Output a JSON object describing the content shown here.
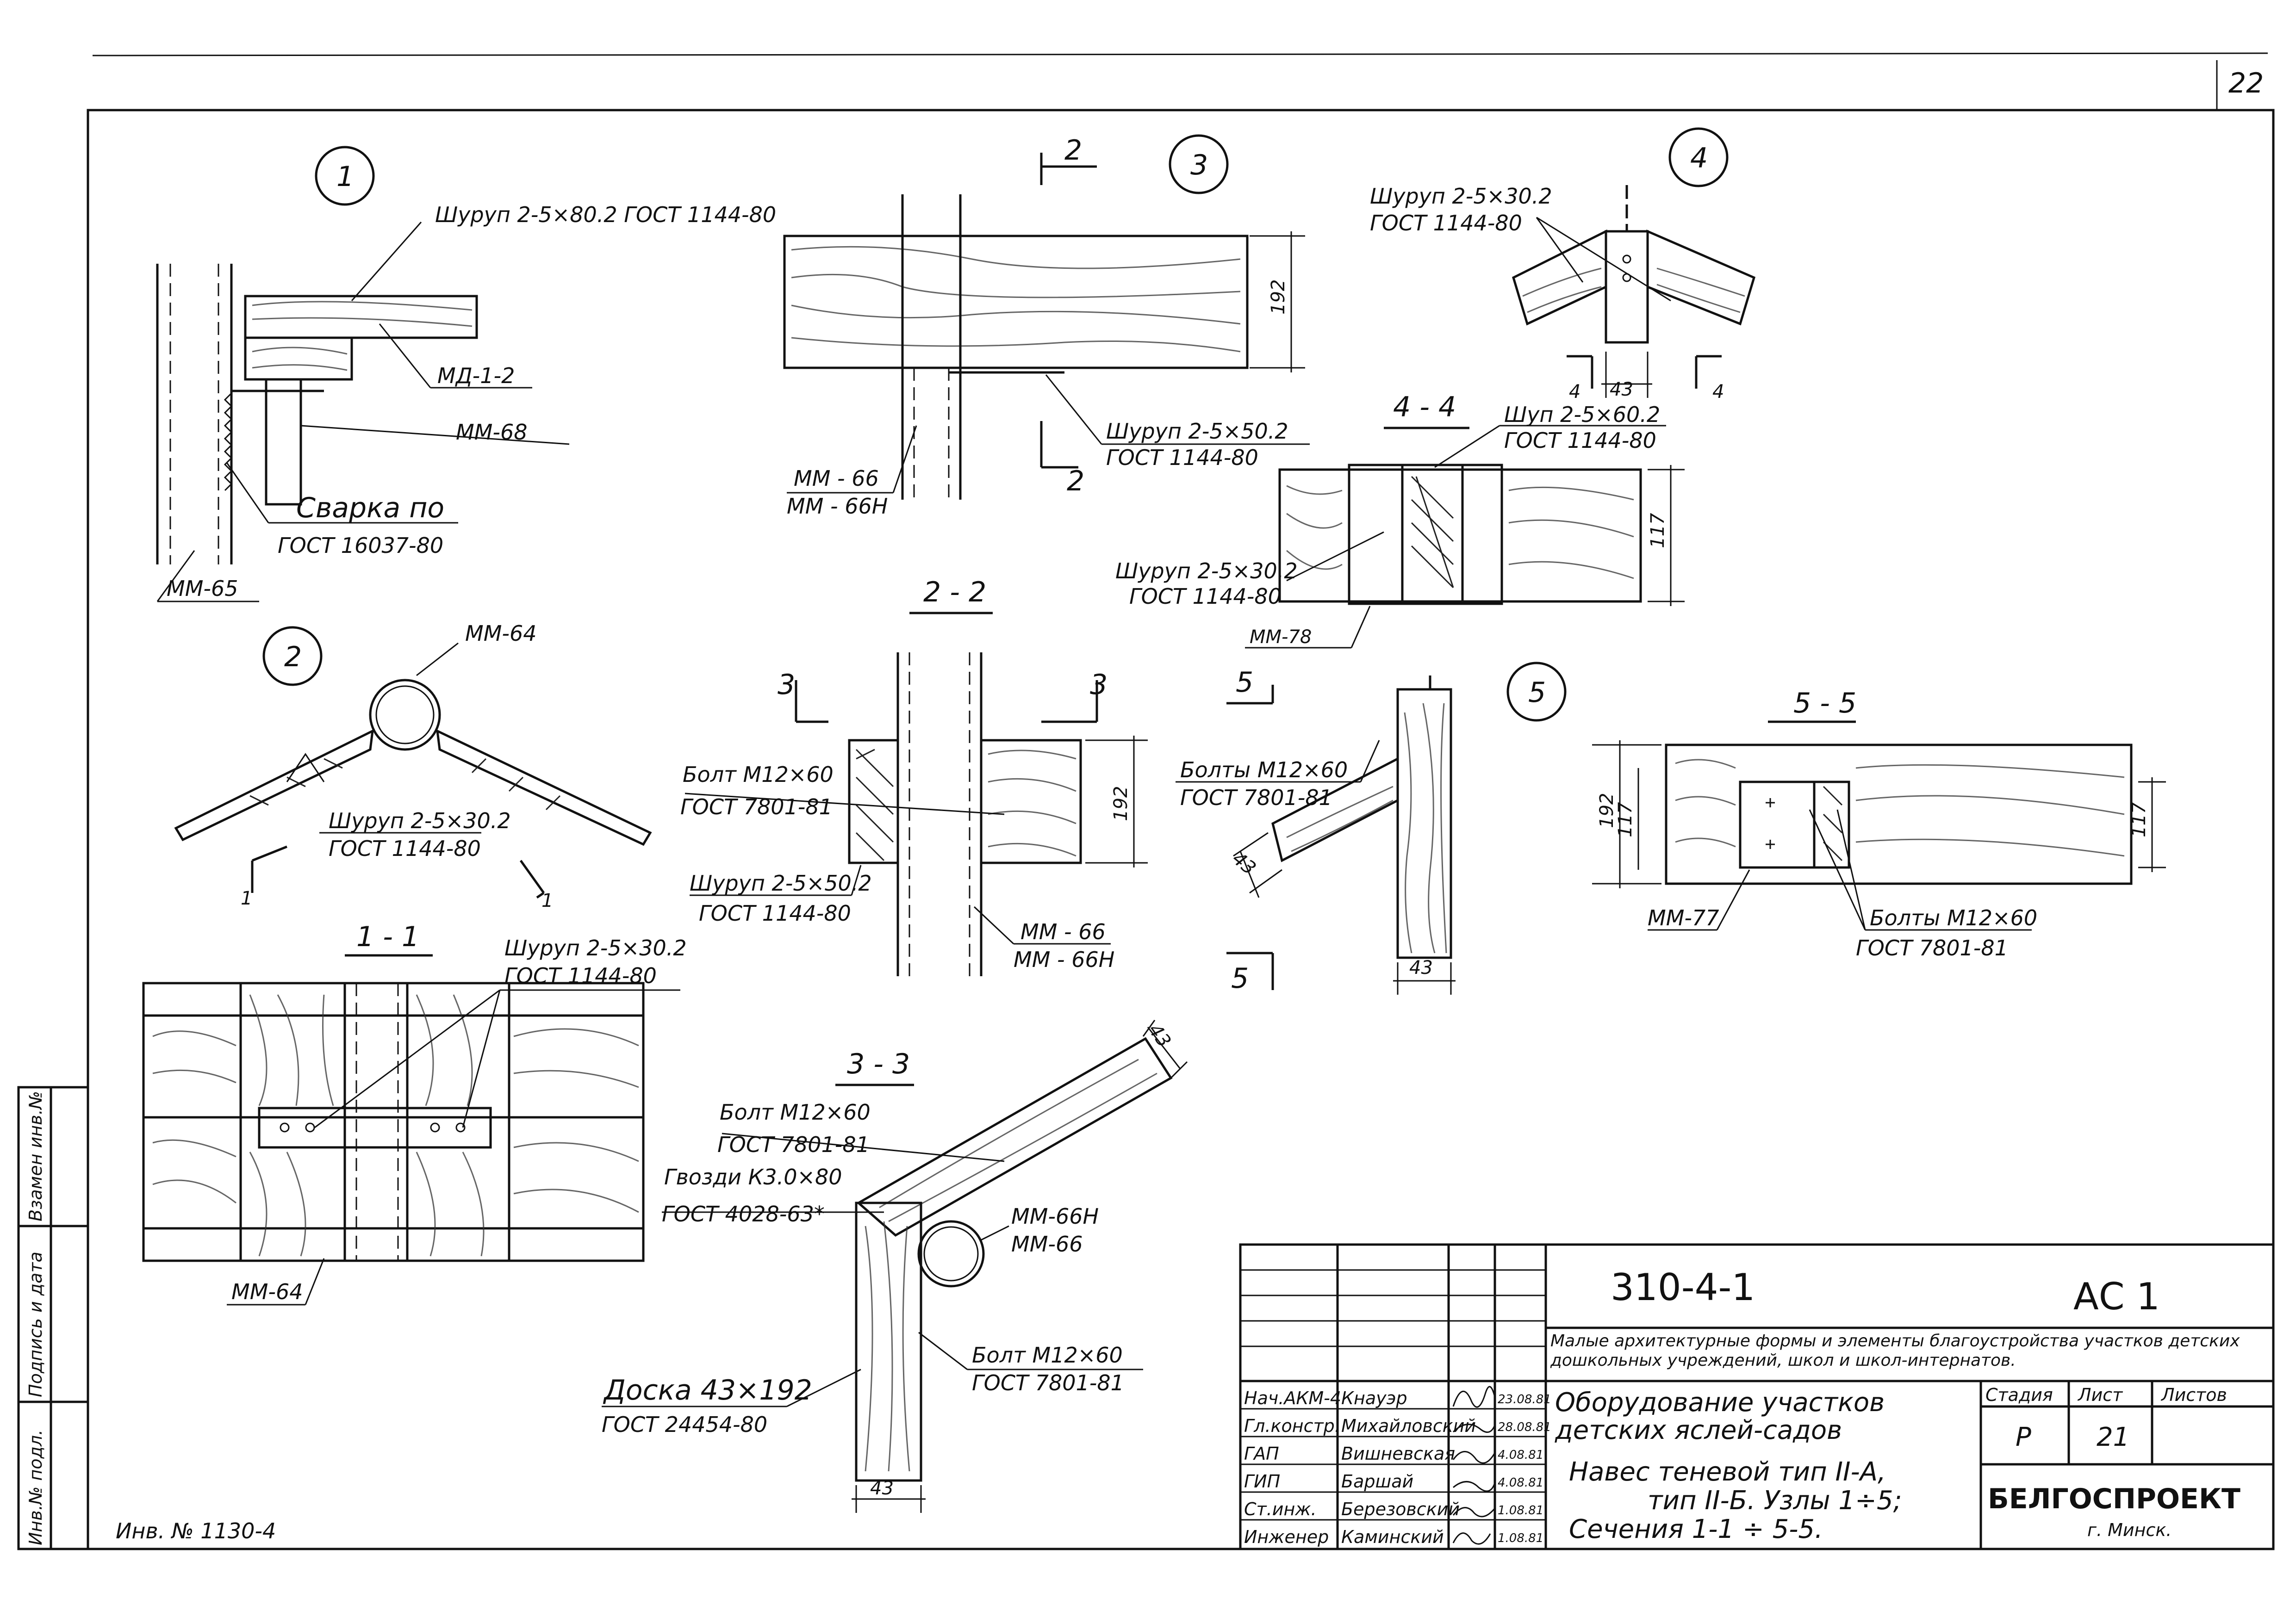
{
  "sheet": {
    "page_number": "22",
    "inventory_number": "Инв. № 1130-4",
    "side_stamp": [
      "Инв.№ подл.",
      "Подпись и дата",
      "Взамен инв.№"
    ]
  },
  "node_markers": [
    "1",
    "2",
    "3",
    "4",
    "5"
  ],
  "section_titles": {
    "s11": "1 - 1",
    "s22": "2 - 2",
    "s33": "3 - 3",
    "s44": "4 - 4",
    "s55": "5 - 5"
  },
  "cut_marks": {
    "c1": "1",
    "c2": "2",
    "c3": "3",
    "c4": "4",
    "c5": "5"
  },
  "dimensions": {
    "d192": "192",
    "d117": "117",
    "d43": "43"
  },
  "callouts": {
    "n1_screw_a": "Шуруп 2-5×80.2 ГОСТ 1144-80",
    "n1_md": "МД-1-2",
    "n1_mm68": "ММ-68",
    "n1_weld_a": "Сварка по",
    "n1_weld_b": "ГОСТ 16037-80",
    "n1_mm65": "ММ-65",
    "n3_screw_a": "Шуруп 2-5×50.2",
    "n3_screw_b": "ГОСТ 1144-80",
    "n3_mm66": "ММ - 66",
    "n3_mm66n": "ММ - 66Н",
    "n4_screw_a": "Шуруп 2-5×30.2",
    "n4_screw_b": "ГОСТ 1144-80",
    "s44_screw_a": "Шуп 2-5×60.2",
    "s44_screw_b": "ГОСТ 1144-80",
    "s44_screw2_a": "Шуруп 2-5×30.2",
    "s44_screw2_b": "ГОСТ 1144-80",
    "s44_mm": "ММ-78",
    "n2_mm64": "ММ-64",
    "n2_screw_a": "Шуруп 2-5×30.2",
    "n2_screw_b": "ГОСТ 1144-80",
    "s22_bolt_a": "Болт М12×60",
    "s22_bolt_b": "ГОСТ 7801-81",
    "s22_screw_a": "Шуруп 2-5×50.2",
    "s22_screw_b": "ГОСТ 1144-80",
    "s22_mm66": "ММ - 66",
    "s22_mm66n": "ММ - 66Н",
    "n5_bolts_a": "Болты М12×60",
    "n5_bolts_b": "ГОСТ 7801-81",
    "s55_mm77": "ММ-77",
    "s55_bolts_a": "Болты М12×60",
    "s55_bolts_b": "ГОСТ 7801-81",
    "s11_screw_a": "Шуруп 2-5×30.2",
    "s11_screw_b": "ГОСТ 1144-80",
    "s11_mm64": "ММ-64",
    "s33_bolt_a": "Болт М12×60",
    "s33_bolt_b": "ГОСТ 7801-81",
    "s33_nails_a": "Гвозди К3.0×80",
    "s33_nails_b": "ГОСТ 4028-63*",
    "s33_mm66n": "ММ-66Н",
    "s33_mm66": "ММ-66",
    "s33_bolt2_a": "Болт М12×60",
    "s33_bolt2_b": "ГОСТ 7801-81",
    "s33_board_a": "Доска 43×192",
    "s33_board_b": "ГОСТ 24454-80"
  },
  "title_block": {
    "code": "310-4-1",
    "mark": "АС 1",
    "description": "Малые архитектурные формы и элементы благоустройства участков детских дошкольных учреждений, школ и школ-интернатов.",
    "object_a": "Оборудование участков",
    "object_b": "детских яслей-садов",
    "sheet_a": "Навес теневой тип II-А,",
    "sheet_b": "тип II-Б. Узлы 1÷5;",
    "sheet_c": "Сечения 1-1 ÷ 5-5.",
    "stage_label": "Стадия",
    "list_label": "Лист",
    "lists_label": "Листов",
    "stage_value": "Р",
    "list_value": "21",
    "lists_value": "",
    "org_a": "БЕЛГОСПРОЕКТ",
    "org_b": "г. Минск.",
    "staff": [
      {
        "role": "Нач.АКМ-4",
        "name": "Кнауэр",
        "date": "23.08.81"
      },
      {
        "role": "Гл.констр.",
        "name": "Михайловский",
        "date": "28.08.81"
      },
      {
        "role": "ГАП",
        "name": "Вишневская",
        "date": "4.08.81"
      },
      {
        "role": "ГИП",
        "name": "Баршай",
        "date": "4.08.81"
      },
      {
        "role": "Ст.инж.",
        "name": "Березовский",
        "date": "1.08.81"
      },
      {
        "role": "Инженер",
        "name": "Каминский",
        "date": "1.08.81"
      }
    ]
  }
}
